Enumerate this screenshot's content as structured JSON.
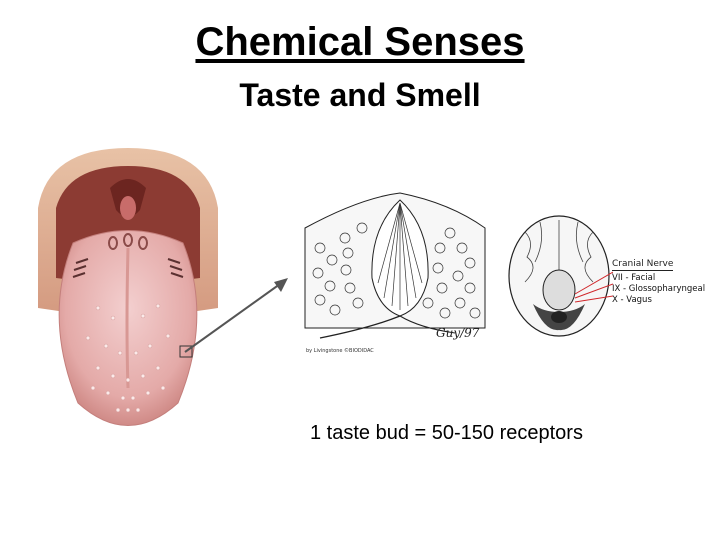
{
  "slide": {
    "title": "Chemical Senses",
    "subtitle": "Taste and Smell",
    "caption": "1 taste bud = 50-150 receptors"
  },
  "figures": {
    "taste_bud_credit": "by Livingstone ©BIODIDAC",
    "taste_bud_signature": "Guy/97"
  },
  "cranial_nerve": {
    "title": "Cranial Nerve",
    "items": [
      "VII - Facial",
      "IX - Glossopharyngeal",
      "X - Vagus"
    ]
  },
  "colors": {
    "tongue": "#e9b8b8",
    "mouth_shadow": "#a0514a",
    "nerve_red": "#d0262a"
  }
}
